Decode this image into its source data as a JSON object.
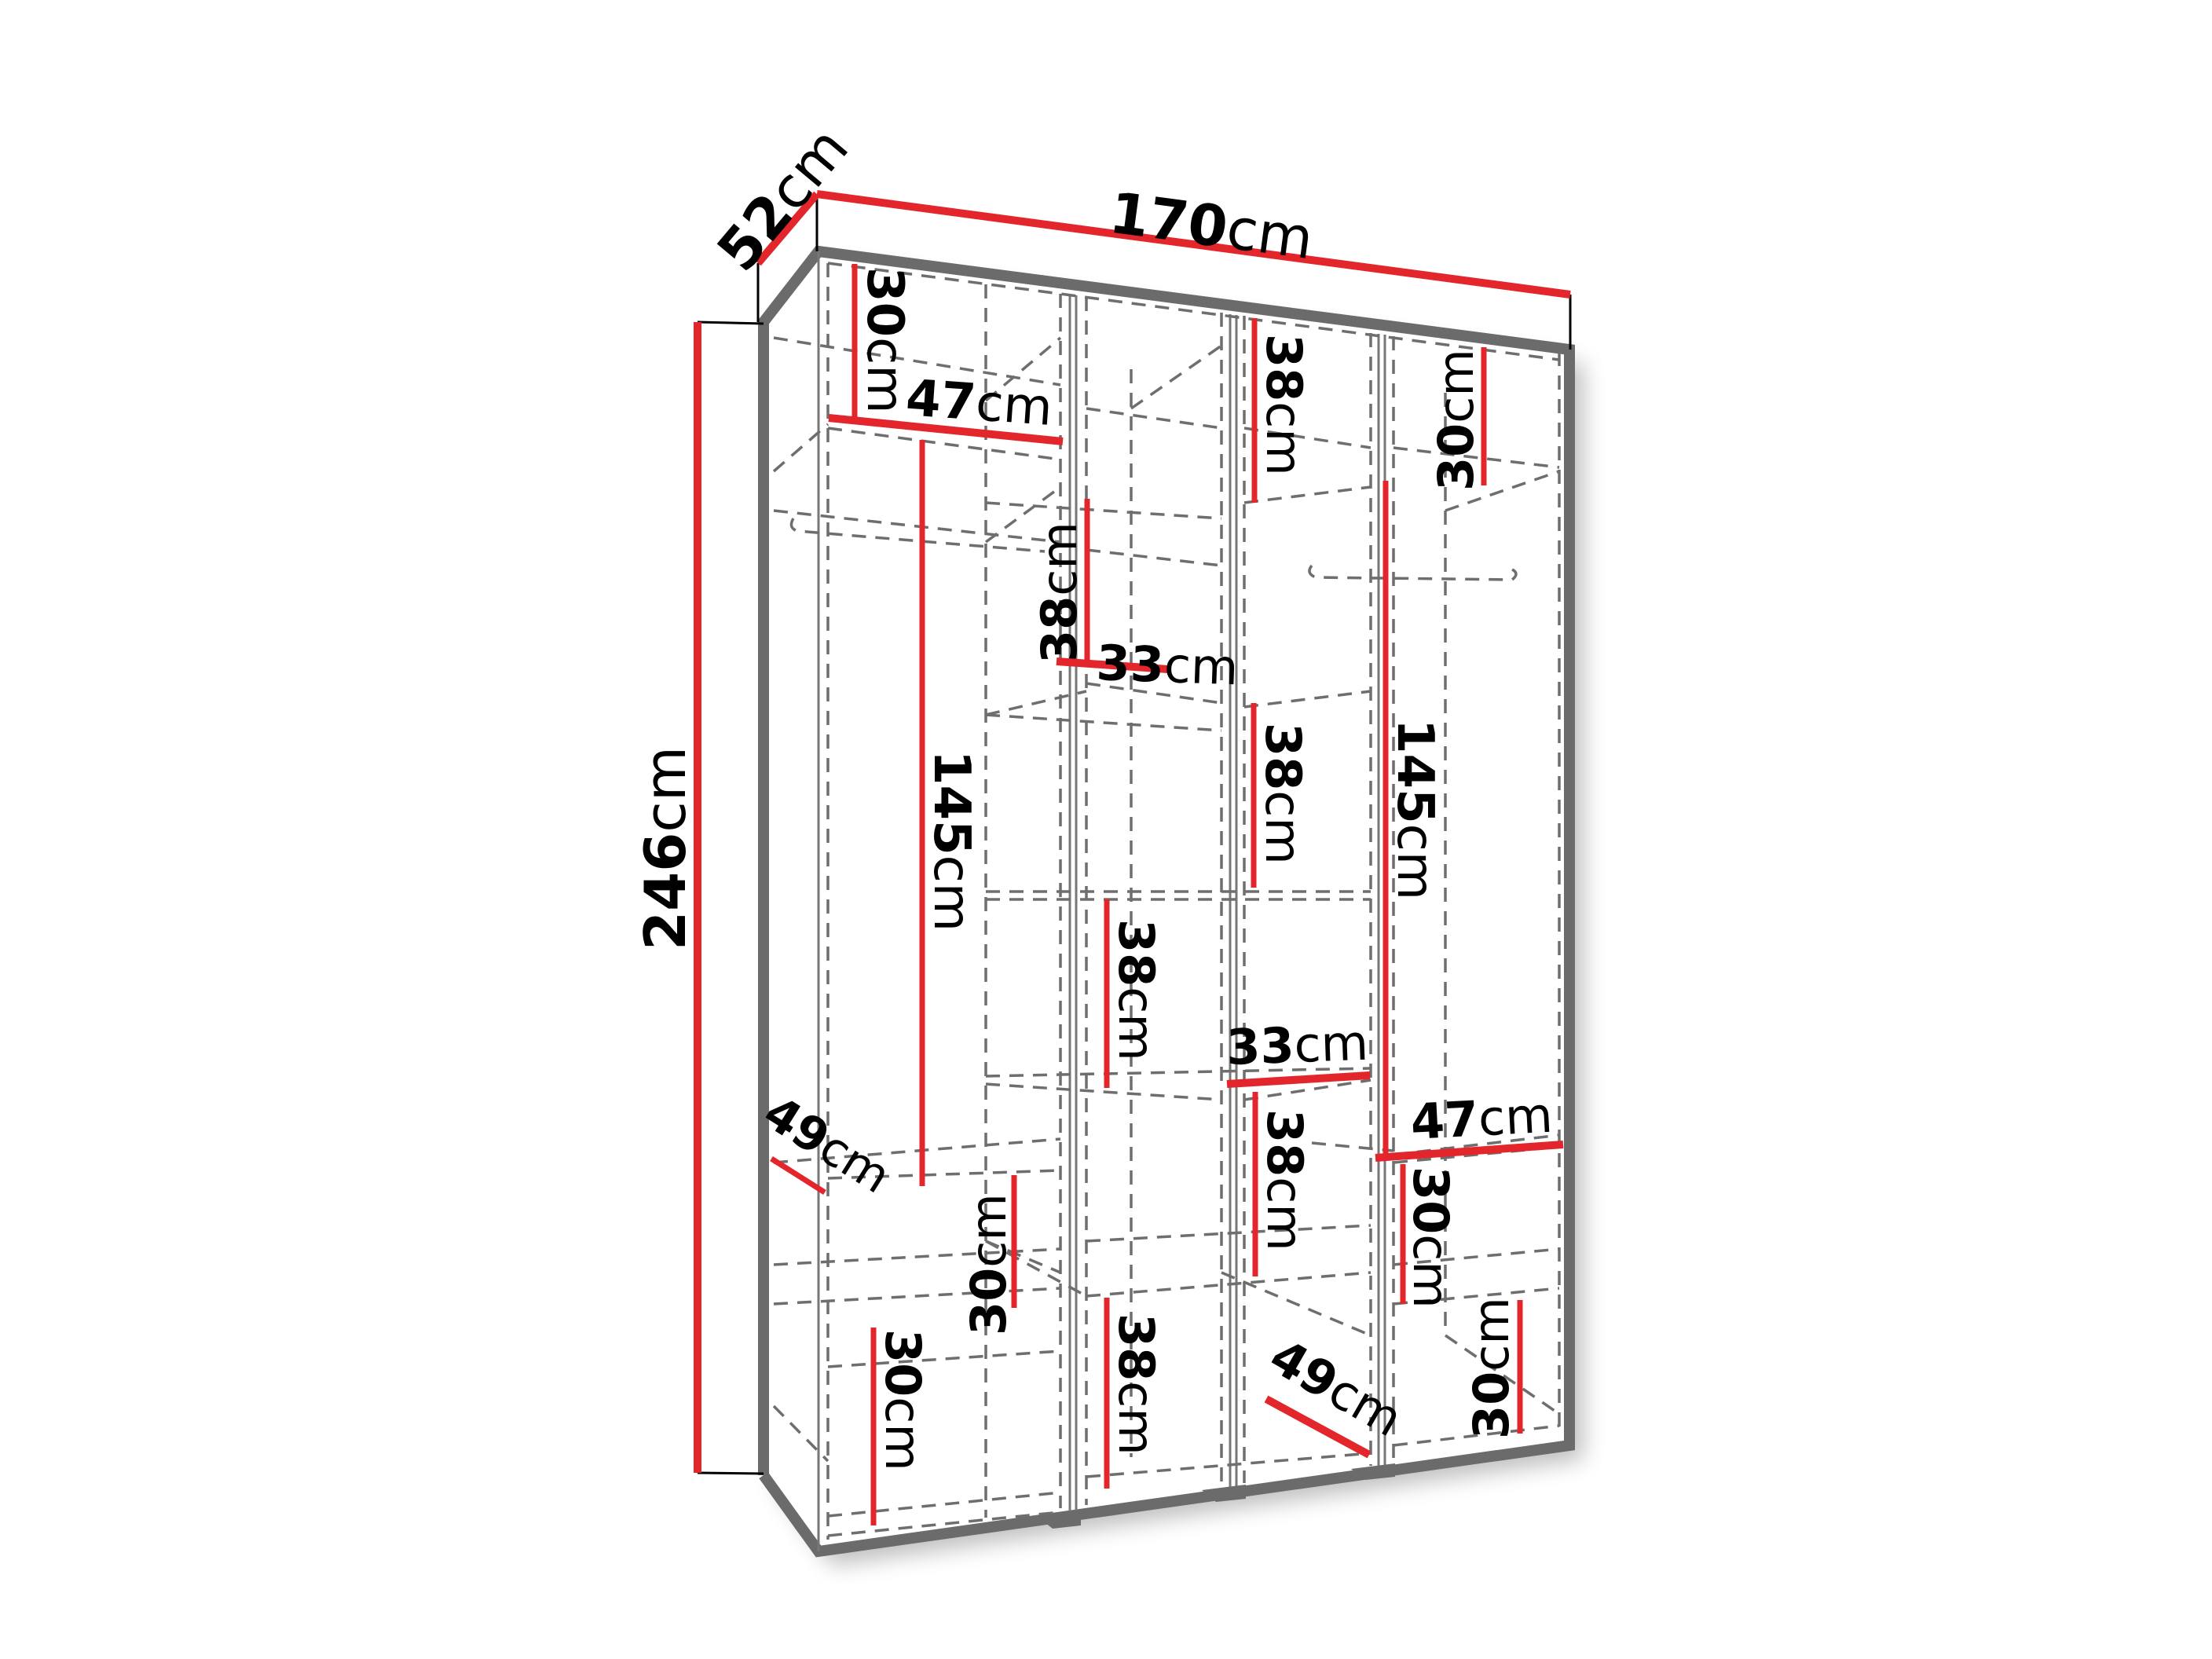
{
  "diagram": {
    "type": "wardrobe-dimension-drawing",
    "colors": {
      "dimension_line": "#e3262b",
      "outline": "#6b6b6b",
      "dashed": "#6e6e6e",
      "text": "#000000",
      "background": "#ffffff"
    },
    "overall": {
      "width": {
        "value": "170",
        "unit": "cm"
      },
      "depth": {
        "value": "52",
        "unit": "cm"
      },
      "height": {
        "value": "246",
        "unit": "cm"
      }
    },
    "labels": [
      {
        "id": "left-top-compartment-height",
        "value": "30",
        "unit": "cm"
      },
      {
        "id": "left-top-compartment-width",
        "value": "47",
        "unit": "cm"
      },
      {
        "id": "left-hanging-height",
        "value": "145",
        "unit": "cm"
      },
      {
        "id": "left-lower-depth",
        "value": "49",
        "unit": "cm"
      },
      {
        "id": "left-lower-shelf-height-1",
        "value": "30",
        "unit": "cm"
      },
      {
        "id": "left-lower-shelf-height-2",
        "value": "30",
        "unit": "cm"
      },
      {
        "id": "middle-left-upper-height",
        "value": "38",
        "unit": "cm"
      },
      {
        "id": "middle-left-shelf-width",
        "value": "33",
        "unit": "cm"
      },
      {
        "id": "middle-left-shelf-height-2",
        "value": "38",
        "unit": "cm"
      },
      {
        "id": "middle-left-shelf-height-3",
        "value": "38",
        "unit": "cm"
      },
      {
        "id": "middle-right-top-height",
        "value": "38",
        "unit": "cm"
      },
      {
        "id": "middle-right-shelf-height-2",
        "value": "38",
        "unit": "cm"
      },
      {
        "id": "middle-right-shelf-width",
        "value": "33",
        "unit": "cm"
      },
      {
        "id": "middle-right-shelf-height-3",
        "value": "38",
        "unit": "cm"
      },
      {
        "id": "middle-right-bottom-depth",
        "value": "49",
        "unit": "cm"
      },
      {
        "id": "right-top-compartment-height",
        "value": "30",
        "unit": "cm"
      },
      {
        "id": "right-hanging-height",
        "value": "145",
        "unit": "cm"
      },
      {
        "id": "right-lower-width",
        "value": "47",
        "unit": "cm"
      },
      {
        "id": "right-lower-shelf-height-1",
        "value": "30",
        "unit": "cm"
      },
      {
        "id": "right-lower-shelf-height-2",
        "value": "30",
        "unit": "cm"
      }
    ]
  }
}
